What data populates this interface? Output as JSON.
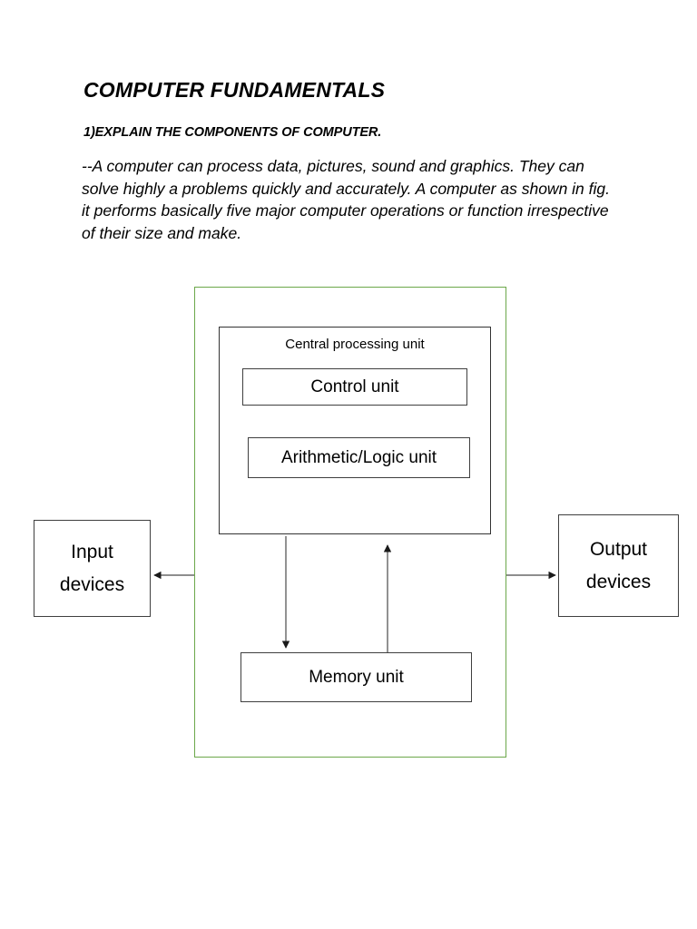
{
  "document": {
    "title": "COMPUTER FUNDAMENTALS",
    "question_heading": "1)EXPLAIN THE COMPONENTS OF COMPUTER.",
    "intro_paragraph": "--A computer can process data, pictures, sound and graphics. They can solve highly a problems quickly and accurately. A computer as shown in fig. it performs basically five major computer operations or function irrespective of their size and make."
  },
  "diagram": {
    "boundary_color": "#6ca84a",
    "box_border_color": "#3f3f3f",
    "cpu": {
      "label": "Central processing unit",
      "children": [
        {
          "label": "Control unit"
        },
        {
          "label": "Arithmetic/Logic unit"
        }
      ]
    },
    "memory": {
      "label": "Memory unit"
    },
    "input": {
      "line1": "Input",
      "line2": "devices"
    },
    "output": {
      "line1": "Output",
      "line2": "devices"
    },
    "connectors": [
      {
        "name": "cpu-to-input",
        "direction": "left"
      },
      {
        "name": "cpu-to-output",
        "direction": "right"
      },
      {
        "name": "cpu-to-memory",
        "direction": "down"
      },
      {
        "name": "memory-to-cpu",
        "direction": "up"
      }
    ]
  }
}
